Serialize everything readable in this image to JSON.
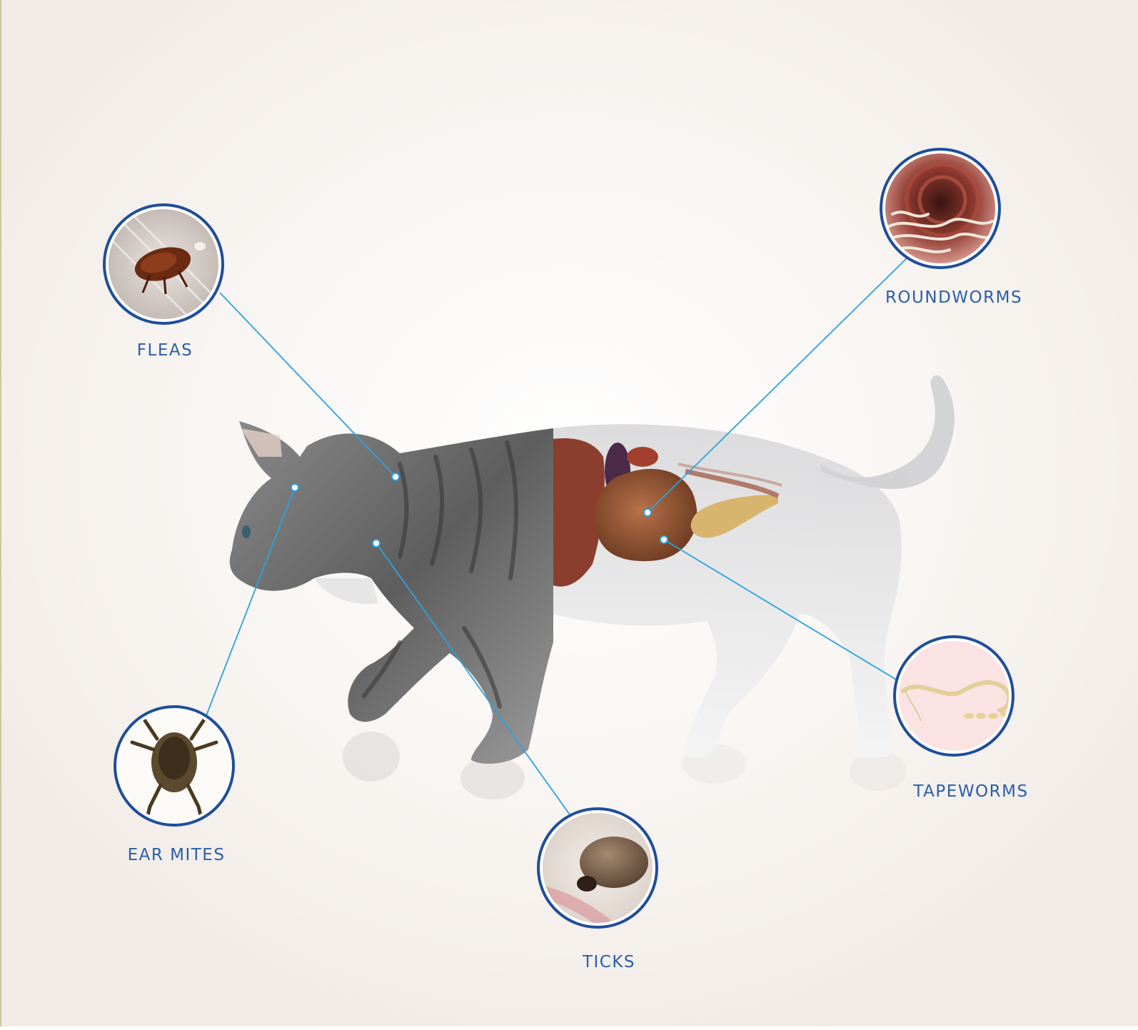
{
  "parasites": [
    {
      "id": "fleas",
      "label": "FLEAS",
      "icon": "flea-icon"
    },
    {
      "id": "roundworms",
      "label": "ROUNDWORMS",
      "icon": "roundworms-icon"
    },
    {
      "id": "ear-mites",
      "label": "EAR MITES",
      "icon": "ear-mite-icon"
    },
    {
      "id": "tapeworms",
      "label": "TAPEWORMS",
      "icon": "tapeworm-icon"
    },
    {
      "id": "ticks",
      "label": "TICKS",
      "icon": "tick-icon"
    }
  ],
  "colors": {
    "background": "#f3ede8",
    "background_center": "#ffffff",
    "connector": "#2aa3e0",
    "ring": "#1f4e9a",
    "label": "#2a5fa8"
  }
}
